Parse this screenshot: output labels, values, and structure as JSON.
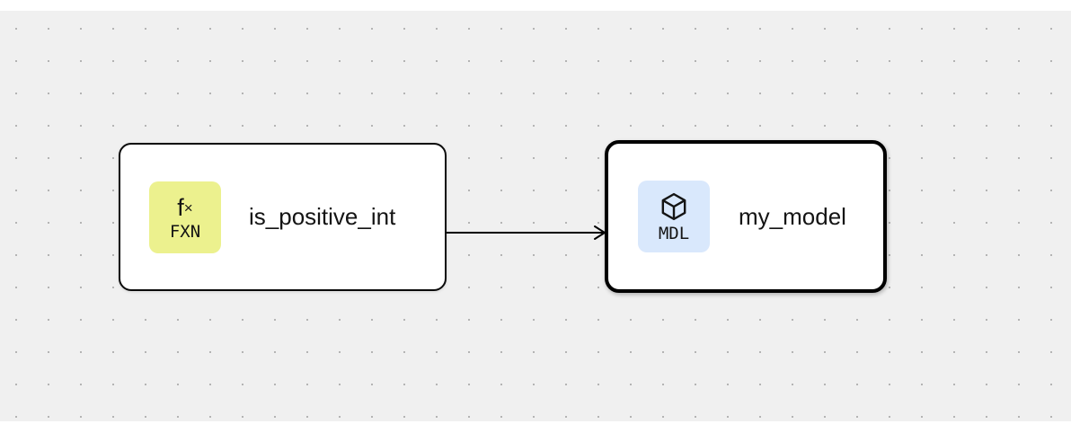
{
  "canvas": {
    "background_color": "#f0f0f0",
    "dot_color": "#b4b4b4",
    "frame_color": "#ffffff"
  },
  "nodes": [
    {
      "label": "is_positive_int",
      "type_label": "FXN",
      "icon": "function-icon",
      "icon_glyph_f": "f",
      "icon_glyph_x": "×",
      "badge_color": "#ecf18e",
      "selected": false
    },
    {
      "label": "my_model",
      "type_label": "MDL",
      "icon": "cube-icon",
      "badge_color": "#d9e8fc",
      "selected": true
    }
  ],
  "edges": [
    {
      "from": "is_positive_int",
      "to": "my_model",
      "color": "#000000"
    }
  ]
}
